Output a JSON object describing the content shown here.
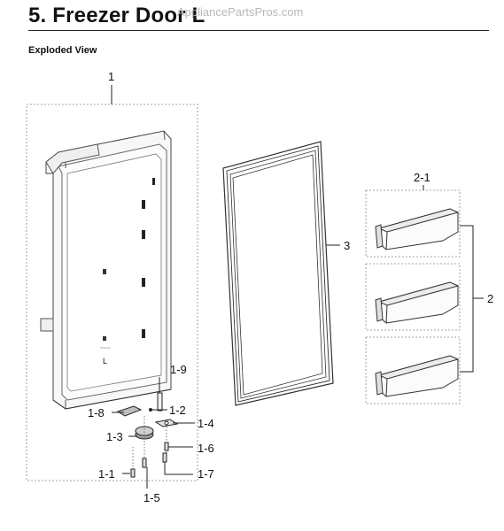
{
  "header": {
    "title": "5.  Freezer Door L",
    "watermark": "AppliancePartsPros.com",
    "subtitle": "Exploded View"
  },
  "callouts": {
    "door_assembly": "1",
    "gasket": "3",
    "guard_group": "2",
    "guard": "2-1",
    "part_1_1": "1-1",
    "part_1_2": "1-2",
    "part_1_3": "1-3",
    "part_1_4": "1-4",
    "part_1_5": "1-5",
    "part_1_6": "1-6",
    "part_1_7": "1-7",
    "part_1_8": "1-8",
    "part_1_9": "1-9"
  },
  "door_marking": "L"
}
